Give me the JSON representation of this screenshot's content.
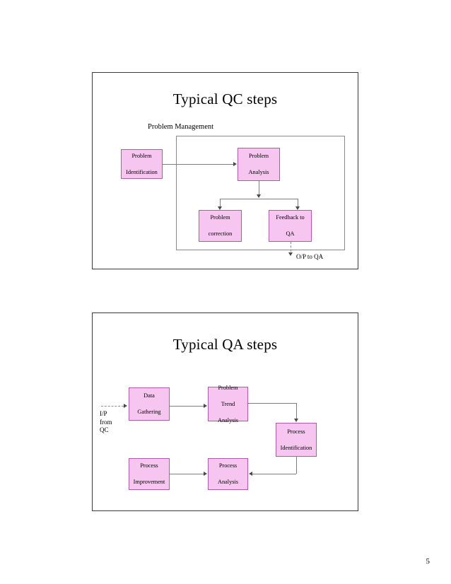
{
  "page": {
    "number": "5",
    "background": "#ffffff"
  },
  "theme": {
    "box_fill": "#F6C6F0",
    "box_border": "#B05AA8",
    "connector": "#7d7d7d",
    "frame_border": "#3a3a3a",
    "text": "#000000"
  },
  "slides": [
    {
      "id": "qc",
      "title": "Typical QC steps",
      "group": {
        "label": "Problem Management"
      },
      "boxes": [
        {
          "key": "problem-identification",
          "lines": [
            "Problem",
            "Identification"
          ]
        },
        {
          "key": "problem-analysis",
          "lines": [
            "Problem",
            "Analysis"
          ]
        },
        {
          "key": "problem-correction",
          "lines": [
            "Problem",
            "correction"
          ]
        },
        {
          "key": "feedback-to-qa",
          "lines": [
            "Feedback to",
            "QA"
          ]
        }
      ],
      "annotations": [
        {
          "key": "output-to-qa",
          "text": "O/P to QA"
        }
      ]
    },
    {
      "id": "qa",
      "title": "Typical QA steps",
      "boxes": [
        {
          "key": "data-gathering",
          "lines": [
            "Data",
            "Gathering"
          ]
        },
        {
          "key": "problem-trend-analysis",
          "lines": [
            "Problem",
            "Trend",
            "Analysis"
          ]
        },
        {
          "key": "process-identification",
          "lines": [
            "Process",
            "Identification"
          ]
        },
        {
          "key": "process-improvement",
          "lines": [
            "Process",
            "Improvement"
          ]
        },
        {
          "key": "process-analysis",
          "lines": [
            "Process",
            "Analysis"
          ]
        }
      ],
      "annotations": [
        {
          "key": "input-from-qc",
          "text": "I/P\nfrom\nQC"
        }
      ]
    }
  ]
}
